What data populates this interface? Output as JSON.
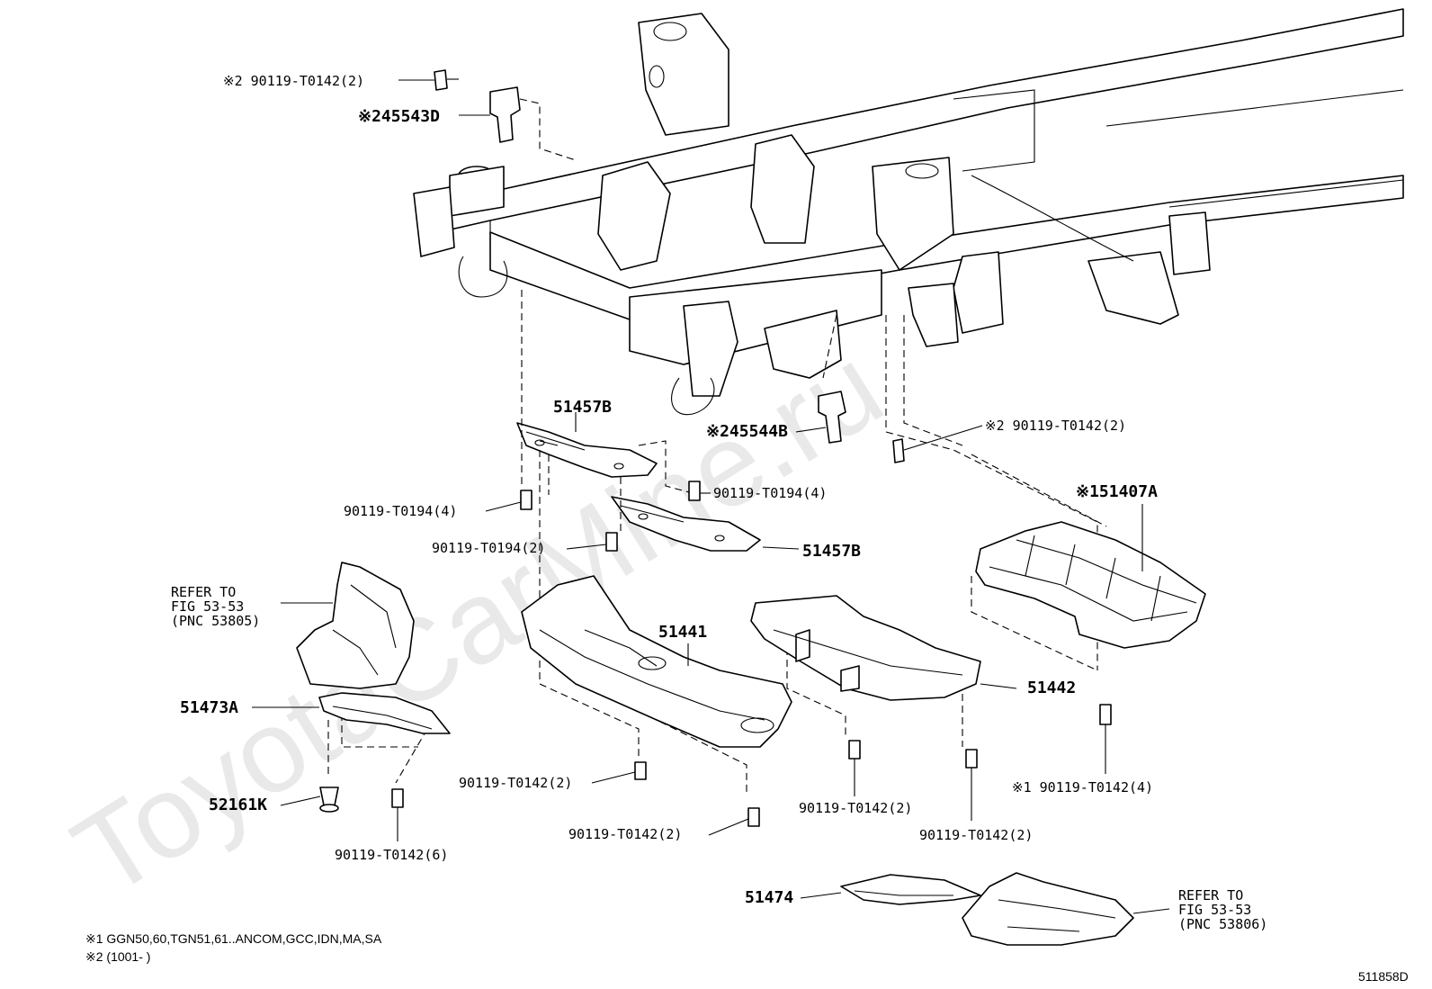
{
  "watermark": "ToyotaCarMine.ru",
  "diagram_id": "511858D",
  "labels": {
    "bolt_tl": "※2 90119-T0142(2)",
    "brk_45543D": "※245543D",
    "p51457B_a": "51457B",
    "brk_45544B": "※245544B",
    "bolt_r1": "※2 90119-T0142(2)",
    "p51407A": "※151407A",
    "b0194_left": "90119-T0194(4)",
    "b0194_right": "90119-T0194(4)",
    "b0194_mid": "90119-T0194(2)",
    "p51457B_b": "51457B",
    "p51441": "51441",
    "p51442": "51442",
    "p51473A": "51473A",
    "p52161K": "52161K",
    "b0142_mid1": "90119-T0142(2)",
    "b0142_mid2": "90119-T0142(2)",
    "b0142_r1": "90119-T0142(2)",
    "b0142_r2": "90119-T0142(2)",
    "b0142_r3": "※1 90119-T0142(4)",
    "b0142_6": "90119-T0142(6)",
    "p51474": "51474"
  },
  "refer_left": [
    "REFER TO",
    "FIG 53-53",
    "(PNC 53805)"
  ],
  "refer_right": [
    "REFER TO",
    "FIG 53-53",
    "(PNC 53806)"
  ],
  "footnotes": [
    "※1   GGN50,60,TGN51,61..ANCOM,GCC,IDN,MA,SA",
    "※2   (1001-     )"
  ]
}
